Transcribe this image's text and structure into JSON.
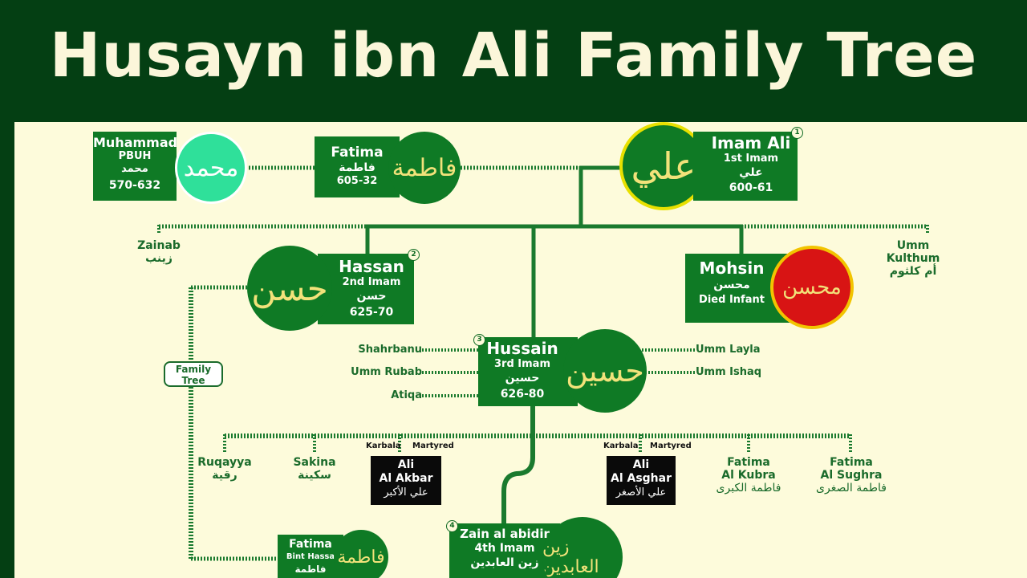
{
  "title": "Husayn ibn Ali Family Tree",
  "colors": {
    "header_bg": "#043f13",
    "panel_bg": "#fdfbdb",
    "box_green": "#0f7a25",
    "line_green": "#1a7a2e",
    "label_green": "#1a6b2b",
    "calligraphy_gold": "#f2e27a",
    "muhammad_circle": "#2fe09a",
    "mohsin_circle": "#d81414"
  },
  "muhammad": {
    "name": "Muhammad",
    "line2": "PBUH",
    "arabic": "محمد",
    "years": "570-632",
    "calligraphy": "محمد",
    "calligraphy_icon": "muhammad-calligraphy-icon"
  },
  "fatima_mother": {
    "name": "Fatima",
    "arabic": "فاطمة",
    "years": "605-32",
    "calligraphy": "فاطمة"
  },
  "ali": {
    "name": "Imam Ali",
    "title": "1st Imam",
    "arabic": "علي",
    "years": "600-61",
    "calligraphy": "علي",
    "number": "1"
  },
  "zainab": {
    "name": "Zainab",
    "arabic": "زينب"
  },
  "umm_kulthum": {
    "name1": "Umm",
    "name2": "Kulthum",
    "arabic": "أم كلثوم"
  },
  "hassan": {
    "name": "Hassan",
    "title": "2nd Imam",
    "arabic": "حسن",
    "years": "625-70",
    "calligraphy": "حسن",
    "number": "2"
  },
  "mohsin": {
    "name": "Mohsin",
    "arabic": "محسن",
    "note": "Died Infant",
    "calligraphy": "محسن"
  },
  "hussain": {
    "name": "Hussain",
    "title": "3rd Imam",
    "arabic": "حسين",
    "years": "626-80",
    "calligraphy": "حسين",
    "number": "3"
  },
  "wives_left": [
    "Shahrbanu",
    "Umm Rubab",
    "Atiqa"
  ],
  "wives_right": [
    "Umm Layla",
    "Umm Ishaq"
  ],
  "family_tree_tag": {
    "line1": "Family",
    "line2": "Tree"
  },
  "children": {
    "ruqayya": {
      "name": "Ruqayya",
      "arabic": "رقية"
    },
    "sakina": {
      "name": "Sakina",
      "arabic": "سكينة"
    },
    "ali_akbar": {
      "tag1": "Karbala",
      "tag2": "Martyred",
      "line1": "Ali",
      "line2": "Al Akbar",
      "arabic": "علي الأكبر"
    },
    "ali_asghar": {
      "tag1": "Karbala",
      "tag2": "Martyred",
      "line1": "Ali",
      "line2": "Al Asghar",
      "arabic": "علي الأصغر"
    },
    "fatima_kubra": {
      "line1": "Fatima",
      "line2": "Al Kubra",
      "arabic": "فاطمة الكبرى"
    },
    "fatima_sughra": {
      "line1": "Fatima",
      "line2": "Al Sughra",
      "arabic": "فاطمة الصغرى"
    }
  },
  "fatima_bint_hassan": {
    "name": "Fatima",
    "line2": "Bint Hassa",
    "arabic": "فاطمة",
    "calligraphy": "فاطمة"
  },
  "zain": {
    "name": "Zain al abidir",
    "title": "4th Imam",
    "arabic": "زين العابدين",
    "calligraphy": "زين العابدين",
    "number": "4"
  }
}
